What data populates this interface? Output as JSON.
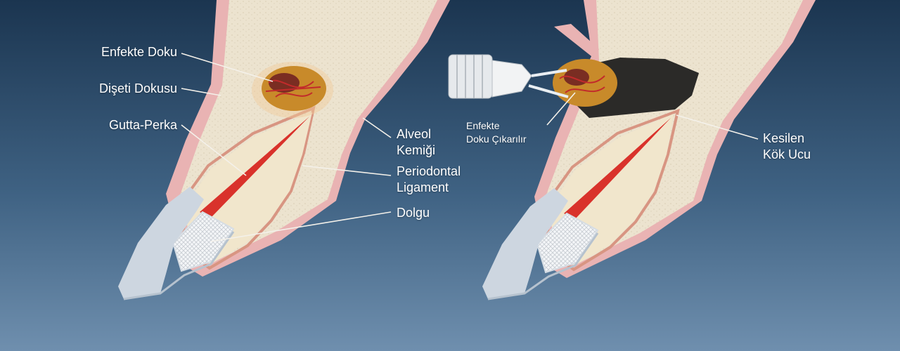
{
  "labels": {
    "infected_tissue": "Enfekte Doku",
    "gum_tissue": "Dişeti Dokusu",
    "gutta_percha": "Gutta-Perka",
    "alveolar_bone_1": "Alveol",
    "alveolar_bone_2": "Kemiği",
    "periodontal_1": "Periodontal",
    "periodontal_2": "Ligament",
    "filling": "Dolgu",
    "removal_1": "Enfekte",
    "removal_2": "Doku Çıkarılır",
    "resected_1": "Kesilen",
    "resected_2": "Kök Ucu"
  },
  "colors": {
    "background_top": "#1b3550",
    "background_bottom": "#6f8fae",
    "bone": "#ece3cf",
    "gum": "#e9b3b3",
    "tooth": "#f1e6cc",
    "gutta_percha": "#d9322b",
    "crown": "#cdd6e0",
    "infection": "#c88a2a",
    "cavity": "#2b2a28"
  }
}
